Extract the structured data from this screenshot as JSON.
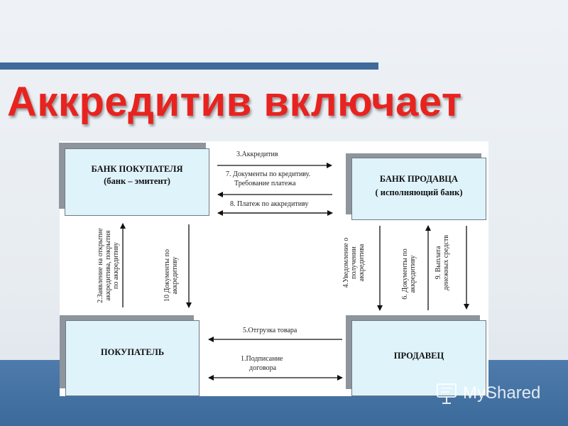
{
  "title": "Аккредитив включает",
  "nodes": {
    "buyer_bank": {
      "label": "БАНК ПОКУПАТЕЛЯ",
      "sublabel": "(банк – эмитент)"
    },
    "seller_bank": {
      "label": "БАНК ПРОДАВЦА",
      "sublabel": "( исполняющий банк)"
    },
    "buyer": {
      "label": "ПОКУПАТЕЛЬ"
    },
    "seller": {
      "label": "ПРОДАВЕЦ"
    }
  },
  "edges": {
    "e3": {
      "label": "3.Аккредитив"
    },
    "e7": {
      "label1": "7. Документы по кредитиву.",
      "label2": "Требование платежа"
    },
    "e8": {
      "label": "8. Платеж по аккредитиву"
    },
    "e2": {
      "label1": "2.Заявление на открытие",
      "label2": "аккредитива, покрытия",
      "label3": "по аккредитиву"
    },
    "e10": {
      "label1": "10 Документы по",
      "label2": "аккредитиву"
    },
    "e4": {
      "label1": "4.Уведомление о",
      "label2": "получении",
      "label3": "аккредитива"
    },
    "e6": {
      "label1": "6. Документы по",
      "label2": "аккредитиву"
    },
    "e9": {
      "label1": "9. Выплата",
      "label2": "денежных средств"
    },
    "e5": {
      "label": "5.Отгрузка товара"
    },
    "e1": {
      "label1": "1.Подписание",
      "label2": "договора"
    }
  },
  "watermark": {
    "text": "MyShared",
    "icon": "presentation-board-icon"
  },
  "colors": {
    "title": "#e8231f",
    "band": "#3f6a9a",
    "box_fill": "#dff3fb",
    "box_shadow": "#8e959c"
  }
}
